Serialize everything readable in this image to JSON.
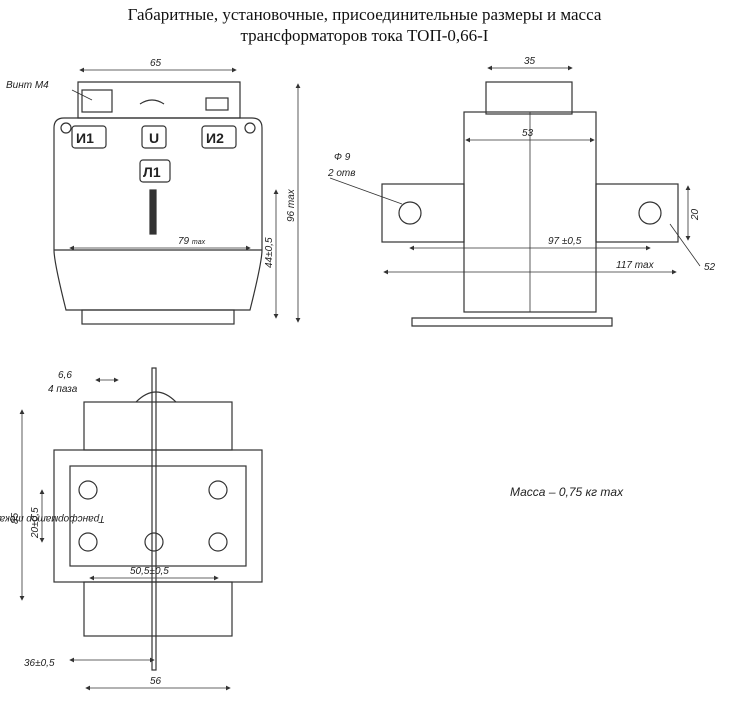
{
  "title": {
    "line1": "Габаритные, установочные, присоединительные размеры и масса",
    "line2": "трансформаторов тока ТОП-0,66-I"
  },
  "front_view": {
    "screw_label": "Винт М4",
    "terminal_left": "И1",
    "terminal_mid": "U",
    "terminal_right": "И2",
    "terminal_l1": "Л1",
    "dim_width": "65",
    "dim_inner": "79",
    "dim_inner_suffix": "max",
    "dim_height_lower": "44±0,5",
    "dim_height_total": "96 max"
  },
  "side_view": {
    "hole_dia": "Ф 9",
    "hole_count": "2 отв",
    "dim_top": "35",
    "dim_body": "53",
    "dim_holes": "97 ±0,5",
    "dim_total": "117 max",
    "dim_bar": "20",
    "dim_radius": "52"
  },
  "bottom_view": {
    "dim_slot": "6,6",
    "dim_slot_count": "4 паза",
    "dim_height": "85",
    "dim_between_mount": "20±0,5",
    "dim_mount_span": "50,5±0,5",
    "dim_offset": "36±0,5",
    "dim_width": "56",
    "plate_text": "Трансформатор тока"
  },
  "mass_note": "Масса – 0,75 кг max"
}
